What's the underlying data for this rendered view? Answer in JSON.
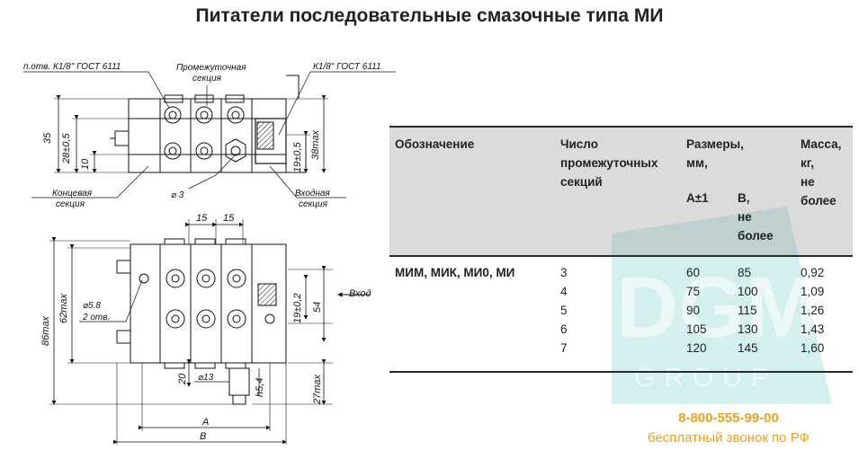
{
  "page": {
    "title": "Питатели последовательные смазочные типа МИ"
  },
  "drawing": {
    "labels": {
      "hole": "п.отв. К1/8\" ГОСТ 6111",
      "middle_line1": "Промежуточная",
      "middle_line2": "секция",
      "thread_right": "К1/8\" ГОСТ 6111",
      "end_line1": "Концевая",
      "end_line2": "секция",
      "input_line1": "Входная",
      "input_line2": "секция",
      "dia3": "⌀ 3",
      "dia58": "⌀5.8",
      "holes2": "2 отв.",
      "dia13": "⌀13",
      "inlet": "Вход"
    },
    "dims": {
      "d35": "35",
      "d28": "28±0,5",
      "d10": "10",
      "d19a": "19±0,5",
      "d38": "38max",
      "d15a": "15",
      "d15b": "15",
      "d62": "62max",
      "d86": "86max",
      "d19b": "19±0,2",
      "d54": "54",
      "d20": "20",
      "dh54": "h5,4",
      "d27": "27max",
      "dA": "A",
      "dB": "B"
    }
  },
  "table": {
    "headers": {
      "designation": "Обозначение",
      "sections_l1": "Число",
      "sections_l2": "промежуточных",
      "sections_l3": "секций",
      "sizes_l1": "Размеры,",
      "sizes_l2": "мм,",
      "sub_a": "A±1",
      "sub_b_l1": "B,",
      "sub_b_l2": "не",
      "sub_b_l3": "более",
      "mass_l1": "Масса,",
      "mass_l2": "кг,",
      "mass_l3": "не",
      "mass_l4": "более"
    },
    "designation": "МИМ, МИК, МИ0, МИ",
    "rows": [
      {
        "sections": "3",
        "a": "60",
        "b": "85",
        "mass": "0,92"
      },
      {
        "sections": "4",
        "a": "75",
        "b": "100",
        "mass": "1,09"
      },
      {
        "sections": "5",
        "a": "90",
        "b": "115",
        "mass": "1,26"
      },
      {
        "sections": "6",
        "a": "105",
        "b": "130",
        "mass": "1,43"
      },
      {
        "sections": "7",
        "a": "120",
        "b": "145",
        "mass": "1,60"
      }
    ]
  },
  "watermark": {
    "logo": "DGM",
    "sub": "GROUP"
  },
  "contact": {
    "phone": "8-800-555-99-00",
    "note": "бесплатный звонок по РФ"
  },
  "colors": {
    "accent": "#f0a020",
    "watermark": "#7ad2cc",
    "header_bg": "#bdbdbd"
  }
}
